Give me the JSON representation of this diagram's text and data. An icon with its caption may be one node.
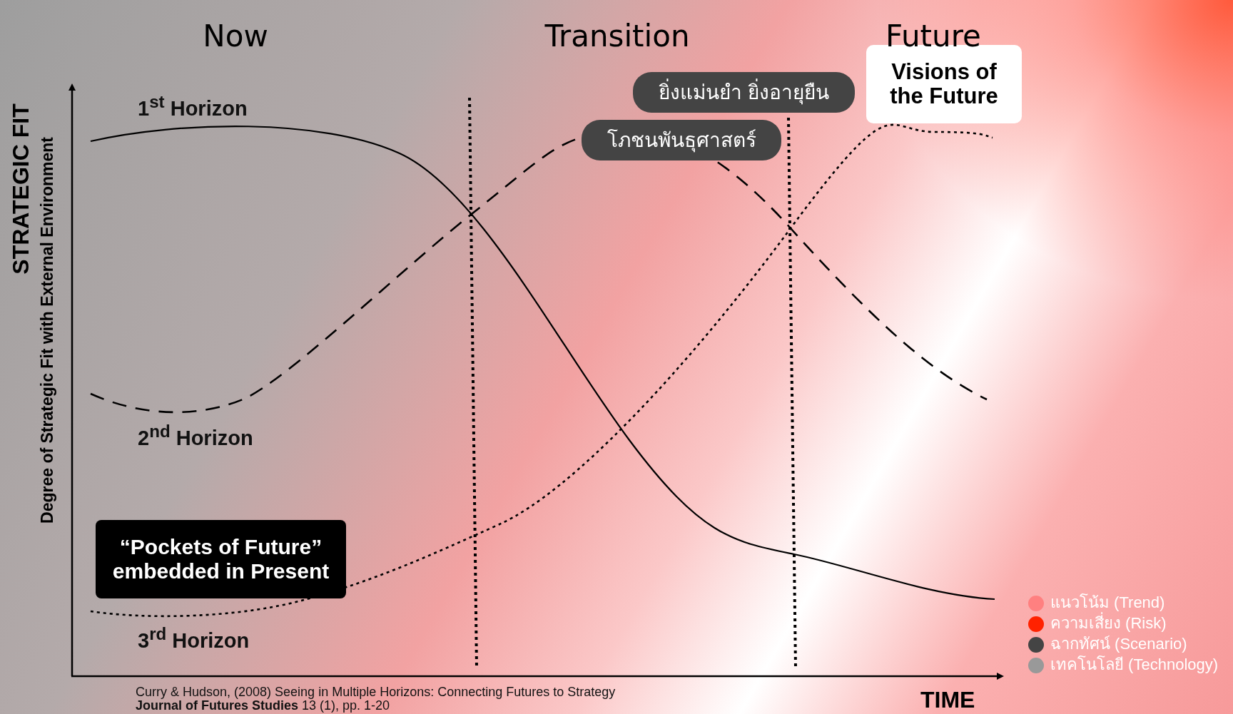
{
  "diagram": {
    "nodes": [
      {
        "text": [
          "Visions of the Future"
        ]
      },
      {
        "text": [
          "ยิ่งแม่นยำ ยิ่งอายุยืน"
        ]
      },
      {
        "text": [
          "โภชนพันธุศาสตร์"
        ]
      },
      {
        "text": [
          "“Pockets of Future” embedded in Present"
        ]
      }
    ],
    "labels": [
      "Now",
      "Transition",
      "Future",
      "STRATEGIC FIT",
      "Degree of Strategic Fit with External Environment",
      "1$^{st}$ Horizon",
      "2$^{nd}$ Horizon",
      "3$^{rd}$ Horizon",
      "TIME",
      "Curry & Hudson, (2008) Seeing in Multiple Horizons: Connecting Futures to Strategy",
      "**Journal of Futures Studies** 13 (1), pp. 1-20"
    ],
    "legend": [
      {
        "text": "แนวโน้ม (Trend)",
        "color": "#ff8080"
      },
      {
        "text": "ความเสี่ยง (Risk)",
        "color": "#ff2200"
      },
      {
        "text": "ฉากทัศน์ (Scenario)",
        "color": "#444444"
      },
      {
        "text": "เทคโนโลยี (Technology)",
        "color": "#999999"
      }
    ]
  }
}
